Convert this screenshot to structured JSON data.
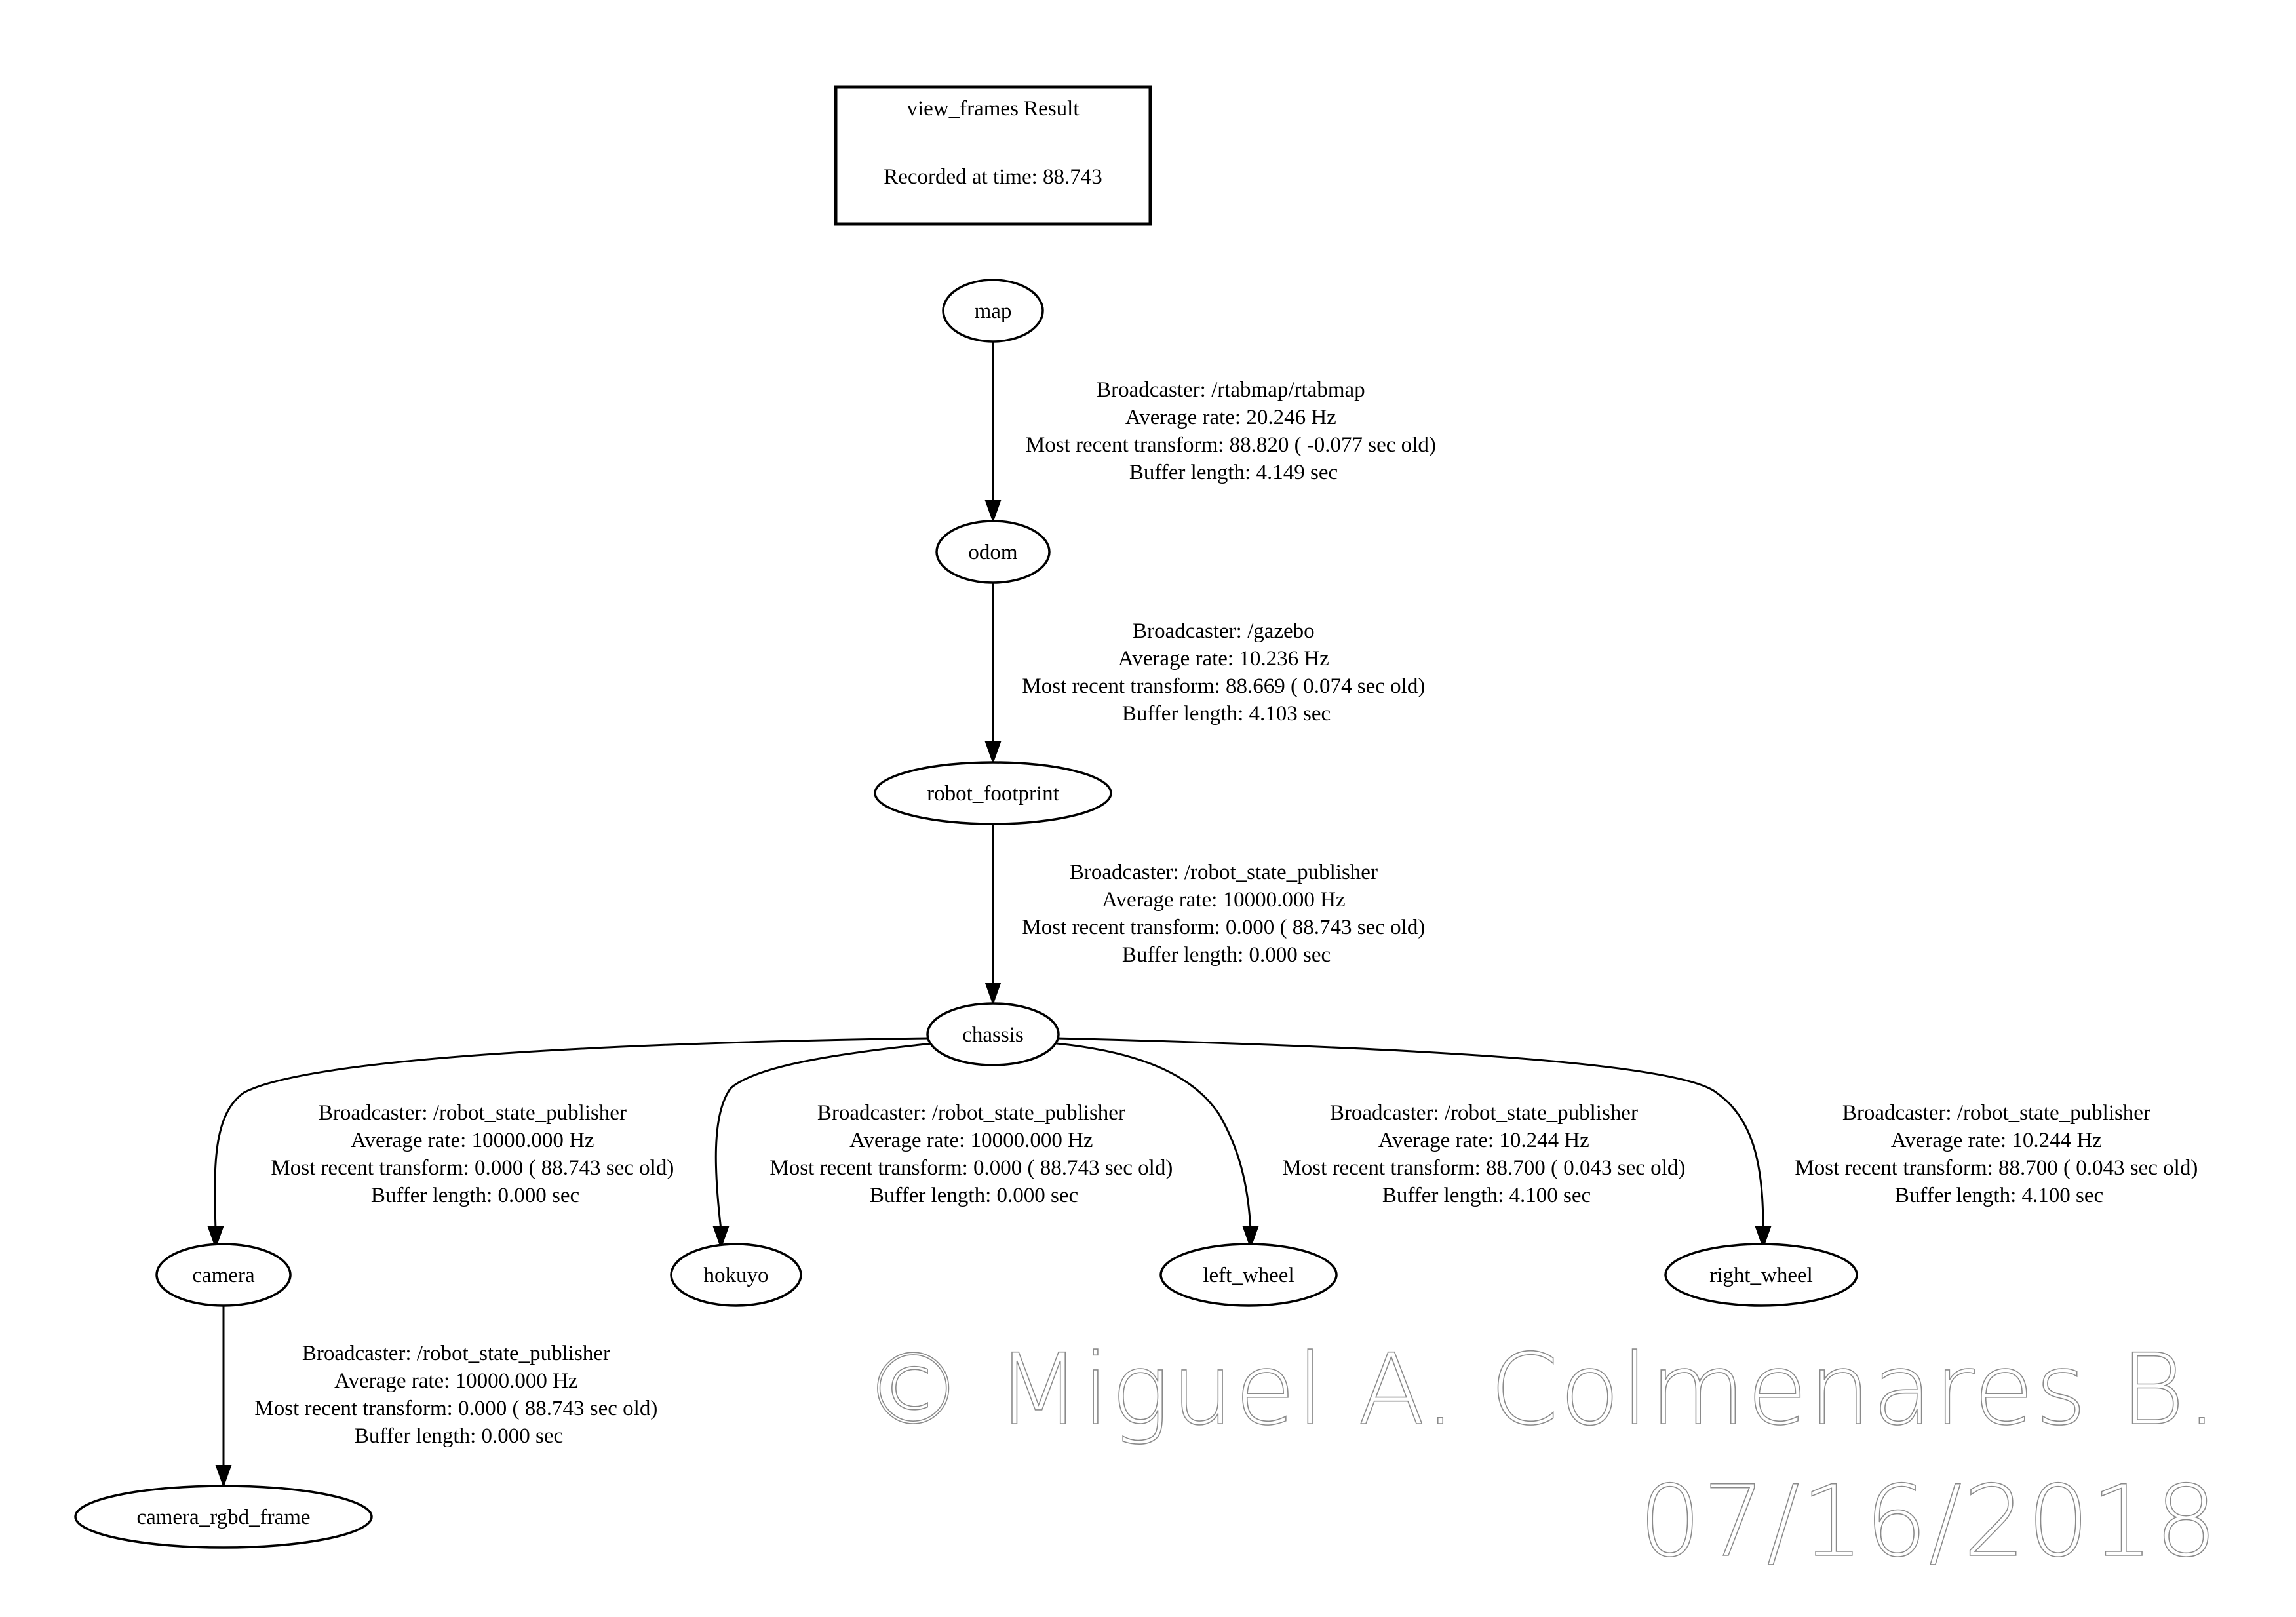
{
  "header": {
    "title": "view_frames Result",
    "recorded": "Recorded at time: 88.743"
  },
  "nodes": {
    "map": "map",
    "odom": "odom",
    "robot_footprint": "robot_footprint",
    "chassis": "chassis",
    "camera": "camera",
    "hokuyo": "hokuyo",
    "left_wheel": "left_wheel",
    "right_wheel": "right_wheel",
    "camera_rgbd_frame": "camera_rgbd_frame"
  },
  "edges": [
    {
      "from": "map",
      "to": "odom",
      "lines": [
        "Broadcaster: /rtabmap/rtabmap",
        "Average rate: 20.246 Hz",
        "Most recent transform: 88.820 ( -0.077 sec old)",
        "Buffer length: 4.149 sec"
      ]
    },
    {
      "from": "odom",
      "to": "robot_footprint",
      "lines": [
        "Broadcaster: /gazebo",
        "Average rate: 10.236 Hz",
        "Most recent transform: 88.669 ( 0.074 sec old)",
        "Buffer length: 4.103 sec"
      ]
    },
    {
      "from": "robot_footprint",
      "to": "chassis",
      "lines": [
        "Broadcaster: /robot_state_publisher",
        "Average rate: 10000.000 Hz",
        "Most recent transform: 0.000 ( 88.743 sec old)",
        "Buffer length: 0.000 sec"
      ]
    },
    {
      "from": "chassis",
      "to": "camera",
      "lines": [
        "Broadcaster: /robot_state_publisher",
        "Average rate: 10000.000 Hz",
        "Most recent transform: 0.000 ( 88.743 sec old)",
        "Buffer length: 0.000 sec"
      ]
    },
    {
      "from": "chassis",
      "to": "hokuyo",
      "lines": [
        "Broadcaster: /robot_state_publisher",
        "Average rate: 10000.000 Hz",
        "Most recent transform: 0.000 ( 88.743 sec old)",
        "Buffer length: 0.000 sec"
      ]
    },
    {
      "from": "chassis",
      "to": "left_wheel",
      "lines": [
        "Broadcaster: /robot_state_publisher",
        "Average rate: 10.244 Hz",
        "Most recent transform: 88.700 ( 0.043 sec old)",
        "Buffer length: 4.100 sec"
      ]
    },
    {
      "from": "chassis",
      "to": "right_wheel",
      "lines": [
        "Broadcaster: /robot_state_publisher",
        "Average rate: 10.244 Hz",
        "Most recent transform: 88.700 ( 0.043 sec old)",
        "Buffer length: 4.100 sec"
      ]
    },
    {
      "from": "camera",
      "to": "camera_rgbd_frame",
      "lines": [
        "Broadcaster: /robot_state_publisher",
        "Average rate: 10000.000 Hz",
        "Most recent transform: 0.000 ( 88.743 sec old)",
        "Buffer length: 0.000 sec"
      ]
    }
  ],
  "watermark": {
    "author": "© Miguel A. Colmenares B.",
    "date": "07/16/2018"
  }
}
